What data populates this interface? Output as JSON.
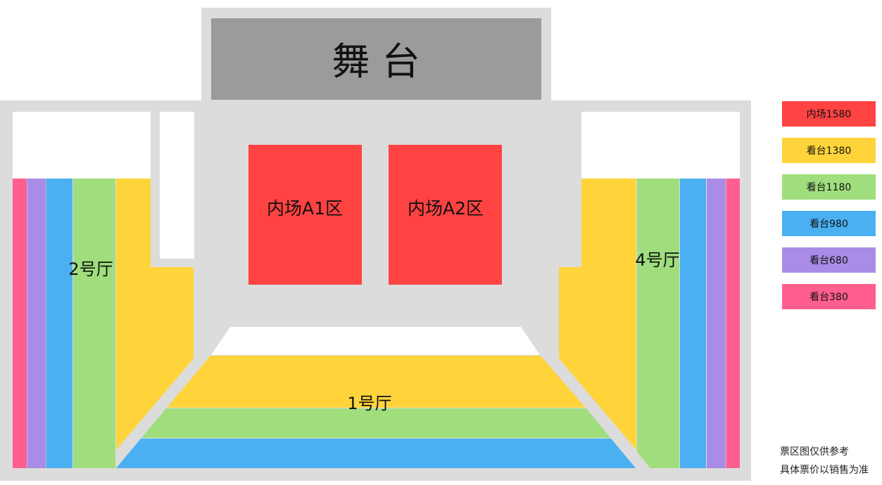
{
  "stage": {
    "label": "舞 台",
    "color": "#9b9b9b"
  },
  "colors": {
    "frame": "#dcdcdc",
    "inner_field": "#ff4242",
    "stand_1380": "#ffd43b",
    "stand_1180": "#a0de7d",
    "stand_980": "#4ab0f1",
    "stand_680": "#a98ce6",
    "stand_380": "#ff5f8e"
  },
  "zones": {
    "a1": {
      "label": "内场A1区",
      "tier": "内场1580"
    },
    "a2": {
      "label": "内场A2区",
      "tier": "内场1580"
    }
  },
  "halls": {
    "hall1": {
      "label": "1号厅"
    },
    "hall2": {
      "label": "2号厅"
    },
    "hall4": {
      "label": "4号厅"
    }
  },
  "legend": {
    "items": [
      {
        "label": "内场1580",
        "color": "#ff4242"
      },
      {
        "label": "看台1380",
        "color": "#ffd43b"
      },
      {
        "label": "看台1180",
        "color": "#a0de7d"
      },
      {
        "label": "看台980",
        "color": "#4ab0f1"
      },
      {
        "label": "看台680",
        "color": "#a98ce6"
      },
      {
        "label": "看台380",
        "color": "#ff5f8e"
      }
    ]
  },
  "notes": {
    "line1": "票区图仅供参考",
    "line2": "具体票价以销售为准"
  }
}
